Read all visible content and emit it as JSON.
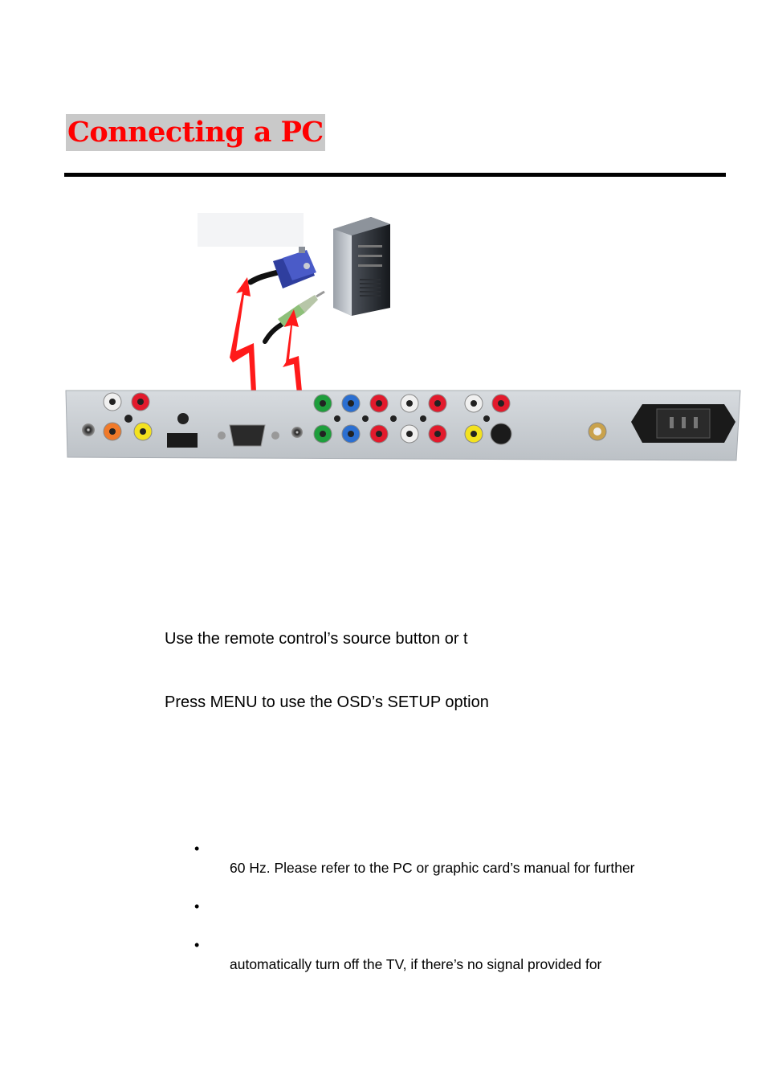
{
  "page": {
    "title": "Connecting a PC",
    "colors": {
      "title_text": "#ff0000",
      "title_bg": "#c9c9c9",
      "rule": "#000000",
      "arrow": "#ff1a1a"
    }
  },
  "figure": {
    "icons": [
      "pc-tower-icon",
      "vga-cable-icon",
      "audio-jack-icon",
      "tv-back-panel-icon",
      "connection-arrow-icon"
    ]
  },
  "steps": [
    "Use the remote control’s source button or t",
    "Press MENU to use the OSD’s SETUP option"
  ],
  "notes": [
    {
      "bullet": "•",
      "text": "60 Hz.  Please refer to the PC or graphic card’s manual for further"
    },
    {
      "bullet": "•",
      "text": ""
    },
    {
      "bullet": "•",
      "text": "automatically turn off the TV, if there’s no signal provided for"
    }
  ]
}
